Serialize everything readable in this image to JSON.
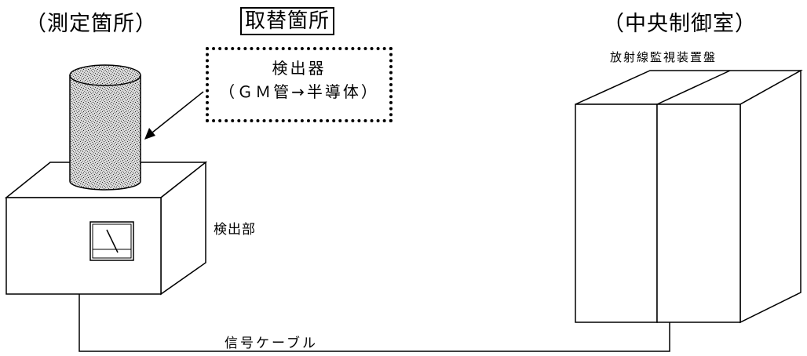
{
  "headings": {
    "measurement_location": "（測定箇所）",
    "replacement_location": "取替箇所",
    "control_room": "（中央制御室）"
  },
  "callout": {
    "line1": "検出器",
    "line2": "（ＧＭ管→半導体）"
  },
  "labels": {
    "detector_unit": "検出部",
    "monitor_panel": "放射線監視装置盤",
    "signal_cable": "信号ケーブル"
  },
  "colors": {
    "line": "#000000",
    "detector_fill": "#b8b8b8",
    "background": "#ffffff"
  }
}
